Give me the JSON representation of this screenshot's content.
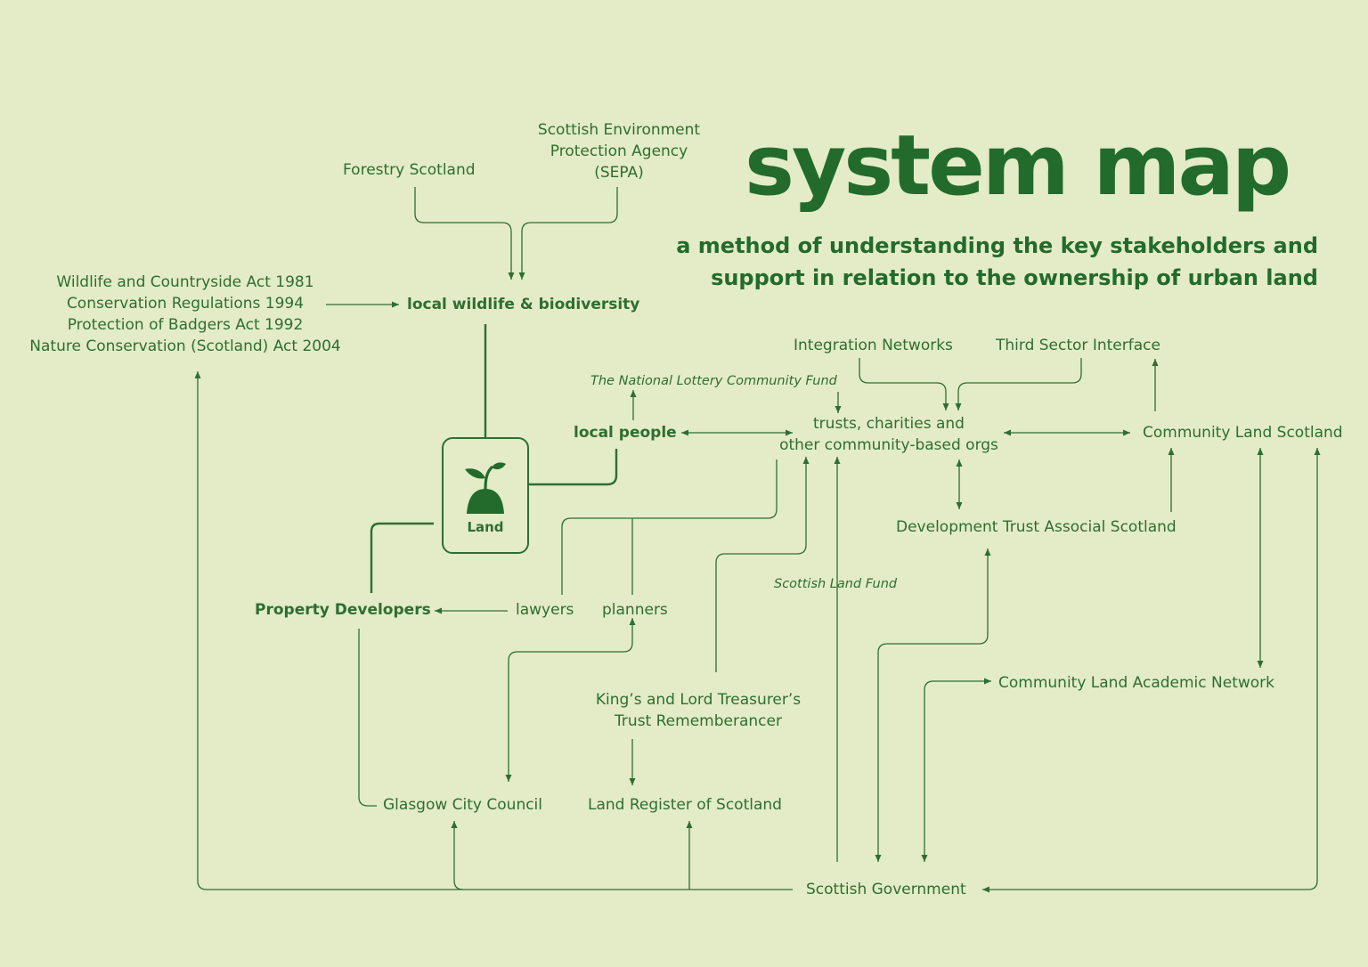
{
  "title": "system map",
  "subtitle": "a method of understanding the key stakeholders and support in relation to the ownership of urban land",
  "colors": {
    "background": "#e3ecc6",
    "ink": "#2e6e32",
    "title": "#226b2d"
  },
  "center": {
    "label": "Land",
    "icon": "sprout-icon"
  },
  "nodes": {
    "forestry_scotland": "Forestry Scotland",
    "sepa": [
      "Scottish Environment",
      "Protection Agency",
      "(SEPA)"
    ],
    "legislation": [
      "Wildlife and Countryside Act 1981",
      "Conservation Regulations 1994",
      "Protection of Badgers Act 1992",
      "Nature Conservation (Scotland) Act 2004"
    ],
    "local_wildlife": "local wildlife & biodiversity",
    "national_lottery": "The National Lottery Community Fund",
    "local_people": "local people",
    "trusts": [
      "trusts, charities and",
      "other community-based orgs"
    ],
    "integration_networks": "Integration Networks",
    "third_sector_interface": "Third Sector Interface",
    "community_land_scotland": "Community Land Scotland",
    "development_trust": "Development Trust Associal Scotland",
    "scottish_land_fund": "Scottish Land Fund",
    "property_developers": "Property Developers",
    "lawyers": "lawyers",
    "planners": "planners",
    "kings_lord_treasurer": [
      "King’s and Lord Treasurer’s",
      "Trust Rememberancer"
    ],
    "community_land_academic": "Community Land Academic Network",
    "glasgow_city_council": "Glasgow City Council",
    "land_register": "Land Register of Scotland",
    "scottish_government": "Scottish Government"
  }
}
